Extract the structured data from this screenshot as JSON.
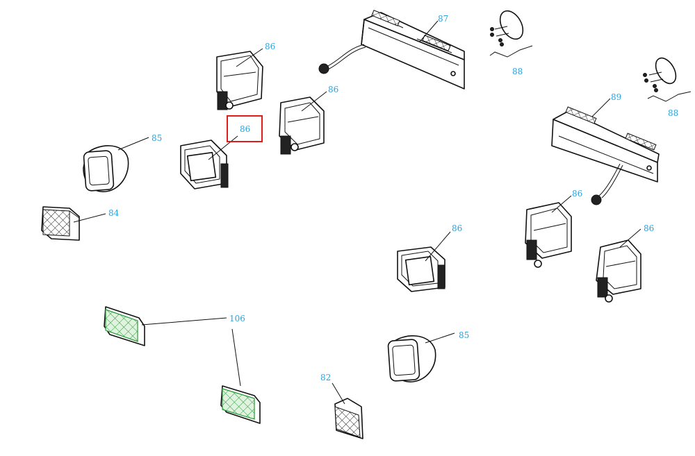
{
  "callouts": {
    "c86a": "86",
    "c86b": "86",
    "c86c": "86",
    "c87": "87",
    "c88a": "88",
    "c88b": "88",
    "c89": "89",
    "c85a": "85",
    "c84": "84",
    "c86d": "86",
    "c86e": "86",
    "c86f": "86",
    "c106": "106",
    "c85b": "85",
    "c82": "82"
  },
  "colors": {
    "label": "#29a3e0",
    "highlight": "#e01b1b",
    "lens_green": "#2a9a3a",
    "lens_green_fill": "#dff3df"
  },
  "highlighted_callout": "86"
}
